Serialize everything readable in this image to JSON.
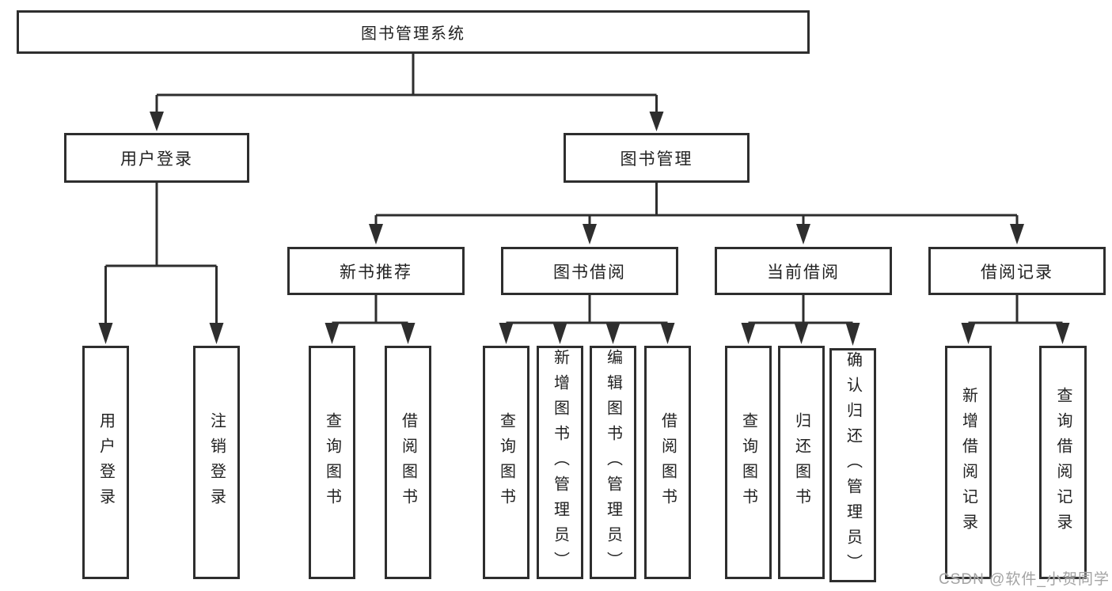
{
  "colors": {
    "line": "#2e2e2e",
    "text": "#222222",
    "background": "#ffffff",
    "watermark_text": "#a3a3a3"
  },
  "watermark": "CSDN @软件_小贺同学",
  "tree": {
    "root": {
      "label": "图书管理系统"
    },
    "branches": [
      {
        "label": "用户登录",
        "children": [
          {
            "label": "用户登录"
          },
          {
            "label": "注销登录"
          }
        ]
      },
      {
        "label": "图书管理",
        "children": [
          {
            "label": "新书推荐",
            "children": [
              {
                "label": "查询图书"
              },
              {
                "label": "借阅图书"
              }
            ]
          },
          {
            "label": "图书借阅",
            "children": [
              {
                "label": "查询图书"
              },
              {
                "label": "新增图书（管理员）"
              },
              {
                "label": "编辑图书（管理员）"
              },
              {
                "label": "借阅图书"
              }
            ]
          },
          {
            "label": "当前借阅",
            "children": [
              {
                "label": "查询图书"
              },
              {
                "label": "归还图书"
              },
              {
                "label": "确认归还（管理员）"
              }
            ]
          },
          {
            "label": "借阅记录",
            "children": [
              {
                "label": "新增借阅记录"
              },
              {
                "label": "查询借阅记录"
              }
            ]
          }
        ]
      }
    ]
  }
}
